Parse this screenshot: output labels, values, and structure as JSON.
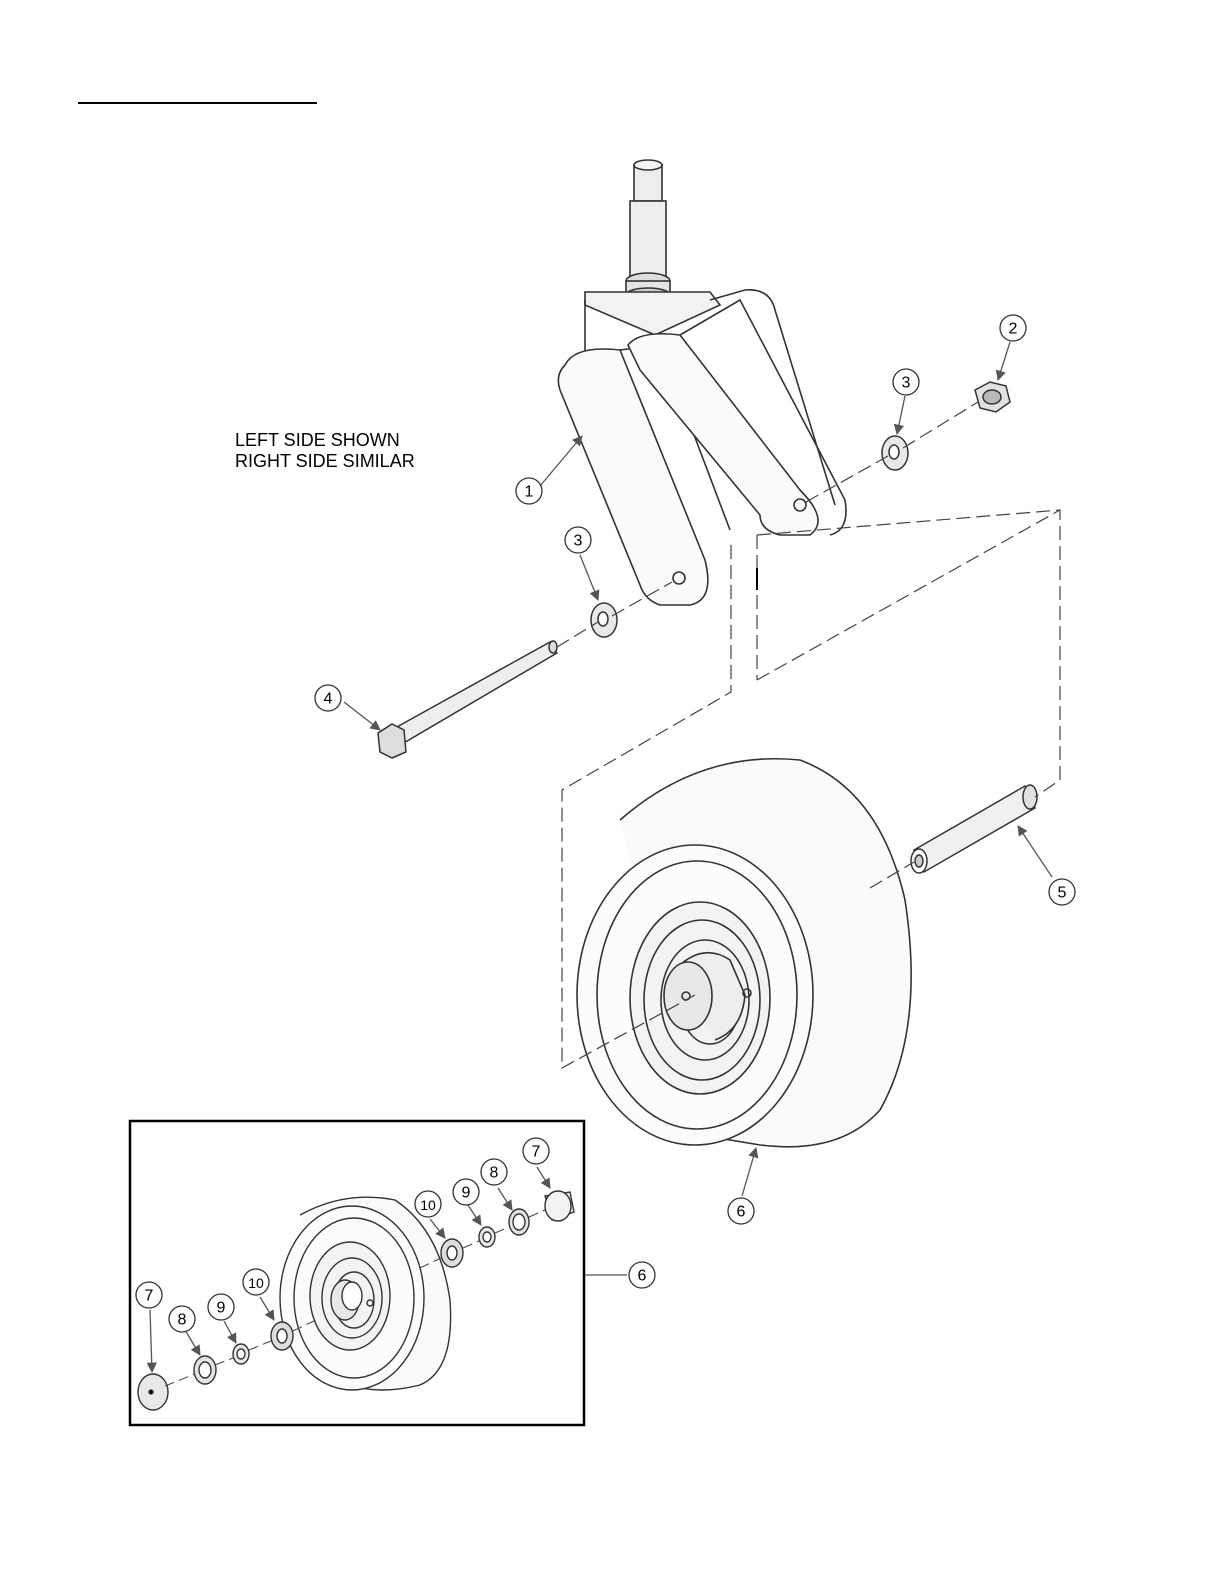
{
  "note": {
    "line1": "LEFT SIDE SHOWN",
    "line2": "RIGHT SIDE SIMILAR"
  },
  "callouts": {
    "c1": "1",
    "c2": "2",
    "c3a": "3",
    "c3b": "3",
    "c4": "4",
    "c5": "5",
    "c6a": "6",
    "c6b": "6",
    "d7a": "7",
    "d8a": "8",
    "d9a": "9",
    "d10a": "10",
    "d7b": "7",
    "d8b": "8",
    "d9b": "9",
    "d10b": "10"
  }
}
